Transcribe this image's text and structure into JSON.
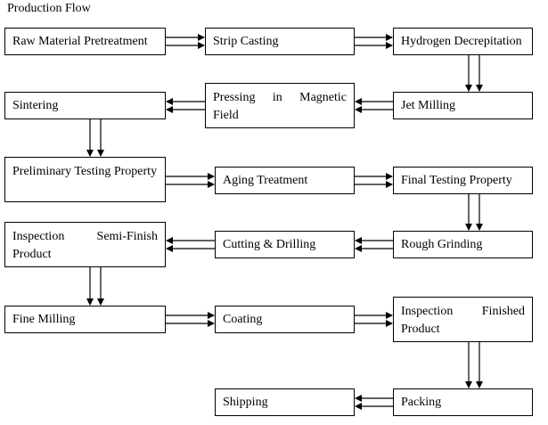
{
  "title": "Production Flow",
  "steps": {
    "raw_material_pretreatment": "Raw Material Pretreatment",
    "strip_casting": "Strip Casting",
    "hydrogen_decrepitation": "Hydrogen Decrepitation",
    "jet_milling": "Jet Milling",
    "pressing_in_magnetic_field": "Pressing in Magnetic Field",
    "sintering": "Sintering",
    "preliminary_testing_property": "Preliminary Testing Property",
    "aging_treatment": "Aging Treatment",
    "final_testing_property": "Final Testing Property",
    "rough_grinding": "Rough Grinding",
    "cutting_drilling": "Cutting & Drilling",
    "inspection_semi_finish_product": "Inspection Semi-Finish Product",
    "fine_milling": "Fine Milling",
    "coating": "Coating",
    "inspection_finished_product": "Inspection Finished Product",
    "packing": "Packing",
    "shipping": "Shipping"
  }
}
